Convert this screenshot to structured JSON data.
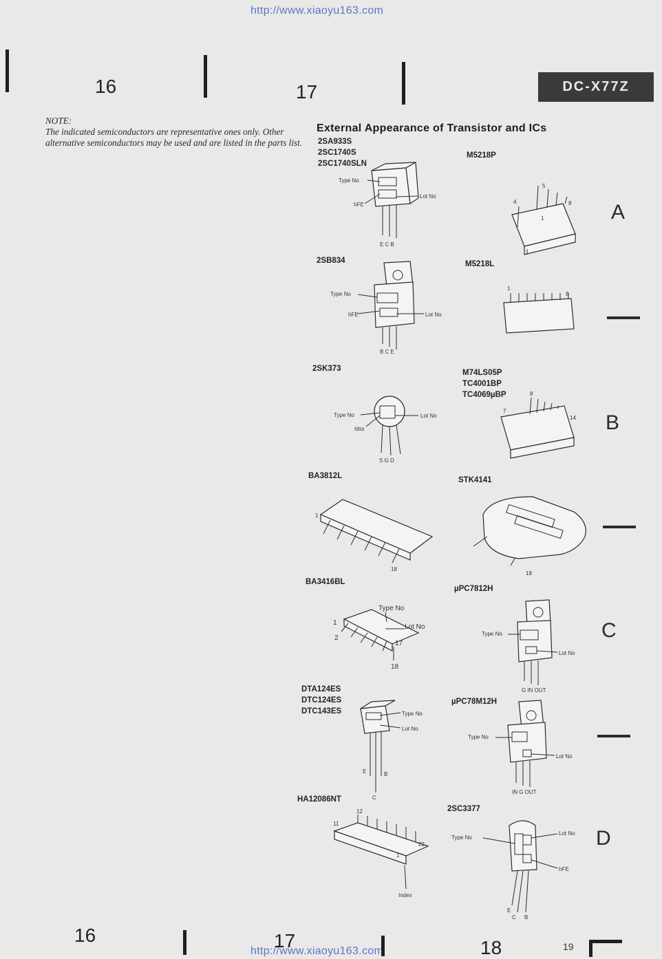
{
  "header": {
    "url_top": "http://www.xiaoyu163.com",
    "url_bottom": "http://www.xiaoyu163.com",
    "model_badge": "DC-X77Z"
  },
  "page_numbers_top": [
    "16",
    "17"
  ],
  "page_numbers_bottom": [
    "16",
    "17",
    "18",
    "19"
  ],
  "note": {
    "label": "NOTE:",
    "text": "The indicated semiconductors are representative ones only. Other alternative semiconductors may be used and are listed in the parts list."
  },
  "title": "External Appearance of Transistor and ICs",
  "grid_letters": [
    "A",
    "B",
    "C",
    "D"
  ],
  "components": {
    "c1": {
      "names": [
        "2SA933S",
        "2SC1740S",
        "2SC1740SLN"
      ],
      "labels": {
        "type": "Type No",
        "lot": "Lot No",
        "hfe": "hFE",
        "pins": "E C B"
      }
    },
    "c2": {
      "names": [
        "M5218P"
      ],
      "labels": {
        "p1": "4",
        "p2": "5",
        "p3": "8",
        "p4": "1"
      }
    },
    "c3": {
      "names": [
        "2SB834"
      ],
      "labels": {
        "type": "Type No",
        "lot": "Lot No",
        "hfe": "hFE",
        "pins": "B C E"
      }
    },
    "c4": {
      "names": [
        "M5218L"
      ],
      "labels": {
        "p1": "1",
        "p2": "8"
      }
    },
    "c5": {
      "names": [
        "2SK373"
      ],
      "labels": {
        "type": "Type No",
        "lot": "Lot No",
        "idss": "Idss",
        "pins": "S G D"
      }
    },
    "c6": {
      "names": [
        "M74LS05P",
        "TC4001BP",
        "TC4069µBP"
      ],
      "labels": {
        "p1": "8",
        "p2": "7",
        "p3": "14"
      }
    },
    "c7": {
      "names": [
        "BA3812L"
      ],
      "labels": {
        "p1": "1",
        "p2": "18"
      }
    },
    "c8": {
      "names": [
        "STK4141"
      ],
      "labels": {
        "p1": "18"
      }
    },
    "c9": {
      "names": [
        "BA3416BL"
      ],
      "labels": {
        "type": "Type No",
        "lot": "Lot No",
        "p1": "1",
        "p2": "2",
        "p3": "17",
        "p4": "18"
      }
    },
    "c10": {
      "names": [
        "µPC7812H"
      ],
      "labels": {
        "type": "Type No",
        "lot": "Lot No",
        "pins": "G IN OUT"
      }
    },
    "c11": {
      "names": [
        "DTA124ES",
        "DTC124ES",
        "DTC143ES"
      ],
      "labels": {
        "type": "Type No",
        "lot": "Lot No",
        "e": "E",
        "b": "B",
        "c": "C"
      }
    },
    "c12": {
      "names": [
        "µPC78M12H"
      ],
      "labels": {
        "type": "Type No",
        "lot": "Lot No",
        "pins": "IN G OUT"
      }
    },
    "c13": {
      "names": [
        "HA12086NT"
      ],
      "labels": {
        "p1": "11",
        "p2": "12",
        "p3": "22",
        "p4": "1",
        "index": "Index"
      }
    },
    "c14": {
      "names": [
        "2SC3377"
      ],
      "labels": {
        "type": "Type No",
        "lot": "Lot No",
        "hfe": "hFE",
        "e": "E",
        "c": "C",
        "b": "B"
      }
    }
  }
}
